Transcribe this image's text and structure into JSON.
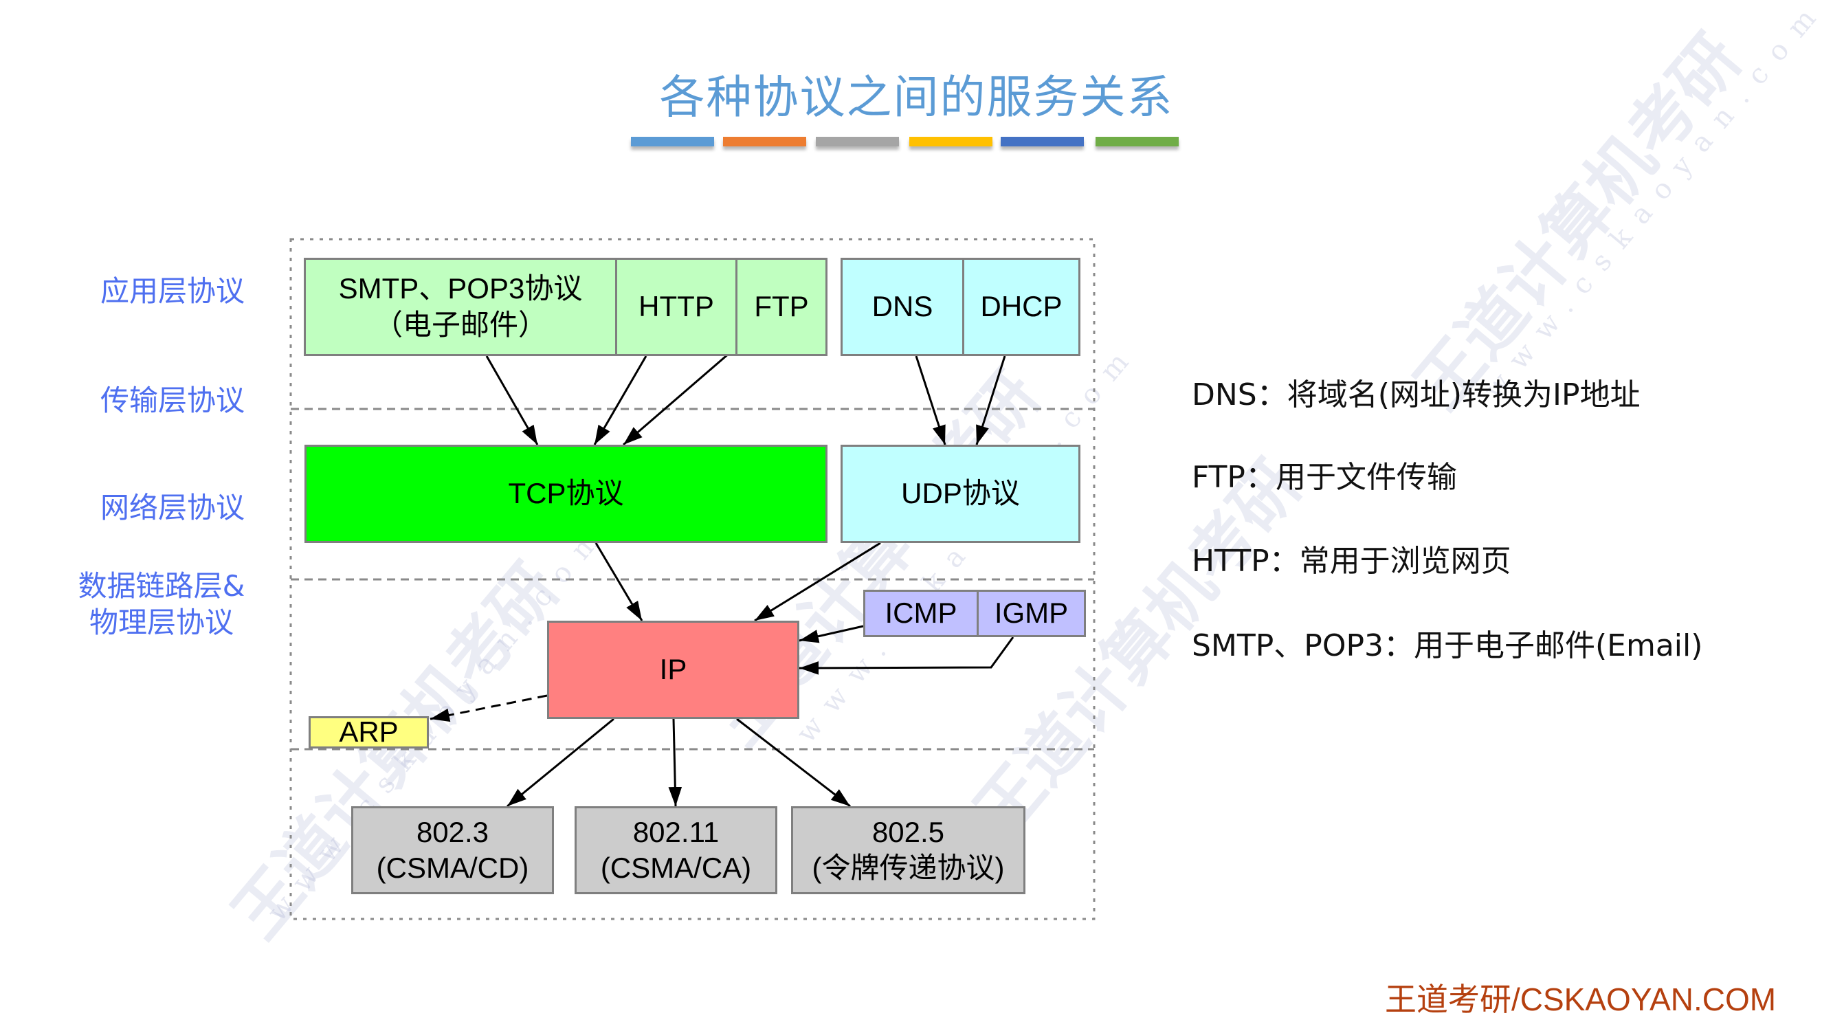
{
  "title": "各种协议之间的服务关系",
  "title_bar_colors": [
    "#5b9bd5",
    "#ed7d31",
    "#a5a5a5",
    "#ffc000",
    "#4472c4",
    "#70ad47"
  ],
  "layer_labels": {
    "application": "应用层协议",
    "transport": "传输层协议",
    "network": "网络层协议",
    "link_line1": "数据链路层&",
    "link_line2": "物理层协议"
  },
  "diagram": {
    "application": {
      "smtp_pop3_line1": "SMTP、POP3协议",
      "smtp_pop3_line2": "（电子邮件）",
      "http": "HTTP",
      "ftp": "FTP",
      "dns": "DNS",
      "dhcp": "DHCP"
    },
    "transport": {
      "tcp": "TCP协议",
      "udp": "UDP协议"
    },
    "network": {
      "ip": "IP",
      "icmp": "ICMP",
      "igmp": "IGMP",
      "arp": "ARP"
    },
    "link": {
      "ieee8023_line1": "802.3",
      "ieee8023_line2": "(CSMA/CD)",
      "ieee80211_line1": "802.11",
      "ieee80211_line2": "(CSMA/CA)",
      "ieee8025_line1": "802.5",
      "ieee8025_line2": "(令牌传递协议)"
    },
    "edges": [
      {
        "from": "SMTP/POP3",
        "to": "TCP",
        "style": "solid"
      },
      {
        "from": "HTTP",
        "to": "TCP",
        "style": "solid"
      },
      {
        "from": "FTP",
        "to": "TCP",
        "style": "solid"
      },
      {
        "from": "DNS",
        "to": "UDP",
        "style": "solid"
      },
      {
        "from": "DHCP",
        "to": "UDP",
        "style": "solid"
      },
      {
        "from": "TCP",
        "to": "IP",
        "style": "solid"
      },
      {
        "from": "UDP",
        "to": "IP",
        "style": "solid"
      },
      {
        "from": "ICMP",
        "to": "IP",
        "style": "solid"
      },
      {
        "from": "IGMP",
        "to": "IP",
        "style": "solid"
      },
      {
        "from": "IP",
        "to": "ARP",
        "style": "dashed"
      },
      {
        "from": "IP",
        "to": "802.3",
        "style": "solid"
      },
      {
        "from": "IP",
        "to": "802.11",
        "style": "solid"
      },
      {
        "from": "IP",
        "to": "802.5",
        "style": "solid"
      }
    ]
  },
  "notes": [
    "DNS：将域名(网址)转换为IP地址",
    "FTP：用于文件传输",
    "HTTP：常用于浏览网页",
    "SMTP、POP3：用于电子邮件(Email)"
  ],
  "footer": "王道考研/CSKAOYAN.COM",
  "watermark": {
    "brand": "王道计算机考研",
    "url": "www.cskaoyan.com"
  }
}
